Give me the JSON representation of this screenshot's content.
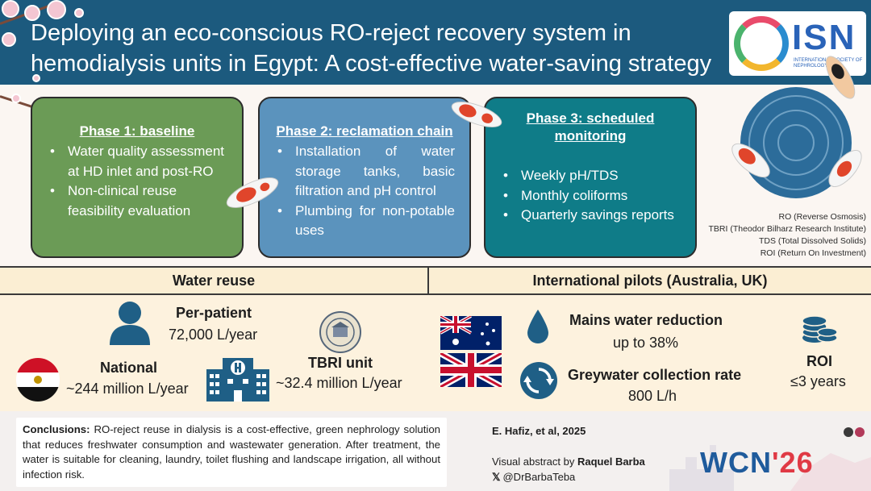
{
  "title": {
    "line1": "Deploying an eco-conscious RO-reject recovery system in",
    "line2": "hemodialysis units in Egypt: A cost-effective water-saving strategy"
  },
  "logo": {
    "name": "ISN",
    "subtitle": "INTERNATIONAL SOCIETY OF NEPHROLOGY"
  },
  "phases": [
    {
      "title": "Phase 1: baseline",
      "bullets": [
        "Water quality assessment at HD inlet and post-RO",
        "Non-clinical reuse feasibility evaluation"
      ]
    },
    {
      "title": "Phase 2: reclamation chain",
      "bullets": [
        "Installation of water storage tanks, basic filtration and pH control",
        "Plumbing for non-potable uses"
      ]
    },
    {
      "title_line1": "Phase 3: scheduled",
      "title_line2": "monitoring",
      "bullets": [
        "Weekly pH/TDS",
        "Monthly coliforms",
        "Quarterly savings reports"
      ]
    }
  ],
  "abbreviations": [
    "RO (Reverse Osmosis)",
    "TBRI (Theodor Bilharz Research Institute)",
    "TDS (Total Dissolved Solids)",
    "ROI (Return On Investment)"
  ],
  "water_reuse": {
    "header": "Water reuse",
    "per_patient": {
      "label": "Per-patient",
      "value": "72,000 L/year"
    },
    "national": {
      "label": "National",
      "value": "~244 million L/year"
    },
    "tbri": {
      "label": "TBRI unit",
      "value": "~32.4 million L/year"
    }
  },
  "international": {
    "header": "International pilots (Australia, UK)",
    "mains": {
      "label": "Mains water reduction",
      "value": "up to 38%"
    },
    "greywater": {
      "label": "Greywater collection rate",
      "value": "800 L/h"
    },
    "roi": {
      "label": "ROI",
      "value": "≤3 years"
    }
  },
  "conclusions": {
    "label": "Conclusions:",
    "text": " RO-reject reuse in dialysis is a cost-effective, green nephrology solution that reduces freshwater consumption and wastewater generation. After treatment, the water is suitable for cleaning, laundry, toilet flushing and landscape irrigation, all without infection risk."
  },
  "credits": {
    "citation": "E. Hafiz, et al, 2025",
    "visual_prefix": "Visual abstract by ",
    "visual_author": "Raquel Barba",
    "handle": "@DrBarbaTeba"
  },
  "event": {
    "prefix": "WCN",
    "year": "'26"
  },
  "colors": {
    "header": "#1c5a7e",
    "phase1": "#6b9b56",
    "phase2": "#5b93bd",
    "phase3": "#0f7c88",
    "icon_blue": "#1f5f86",
    "section_bar": "#fbeed3"
  },
  "icons": [
    "person-icon",
    "hospital-icon",
    "water-drop-icon",
    "recycle-icon",
    "coins-icon",
    "x-logo-icon",
    "egypt-flag-icon",
    "australia-flag-icon",
    "uk-flag-icon",
    "tbri-seal-icon"
  ]
}
